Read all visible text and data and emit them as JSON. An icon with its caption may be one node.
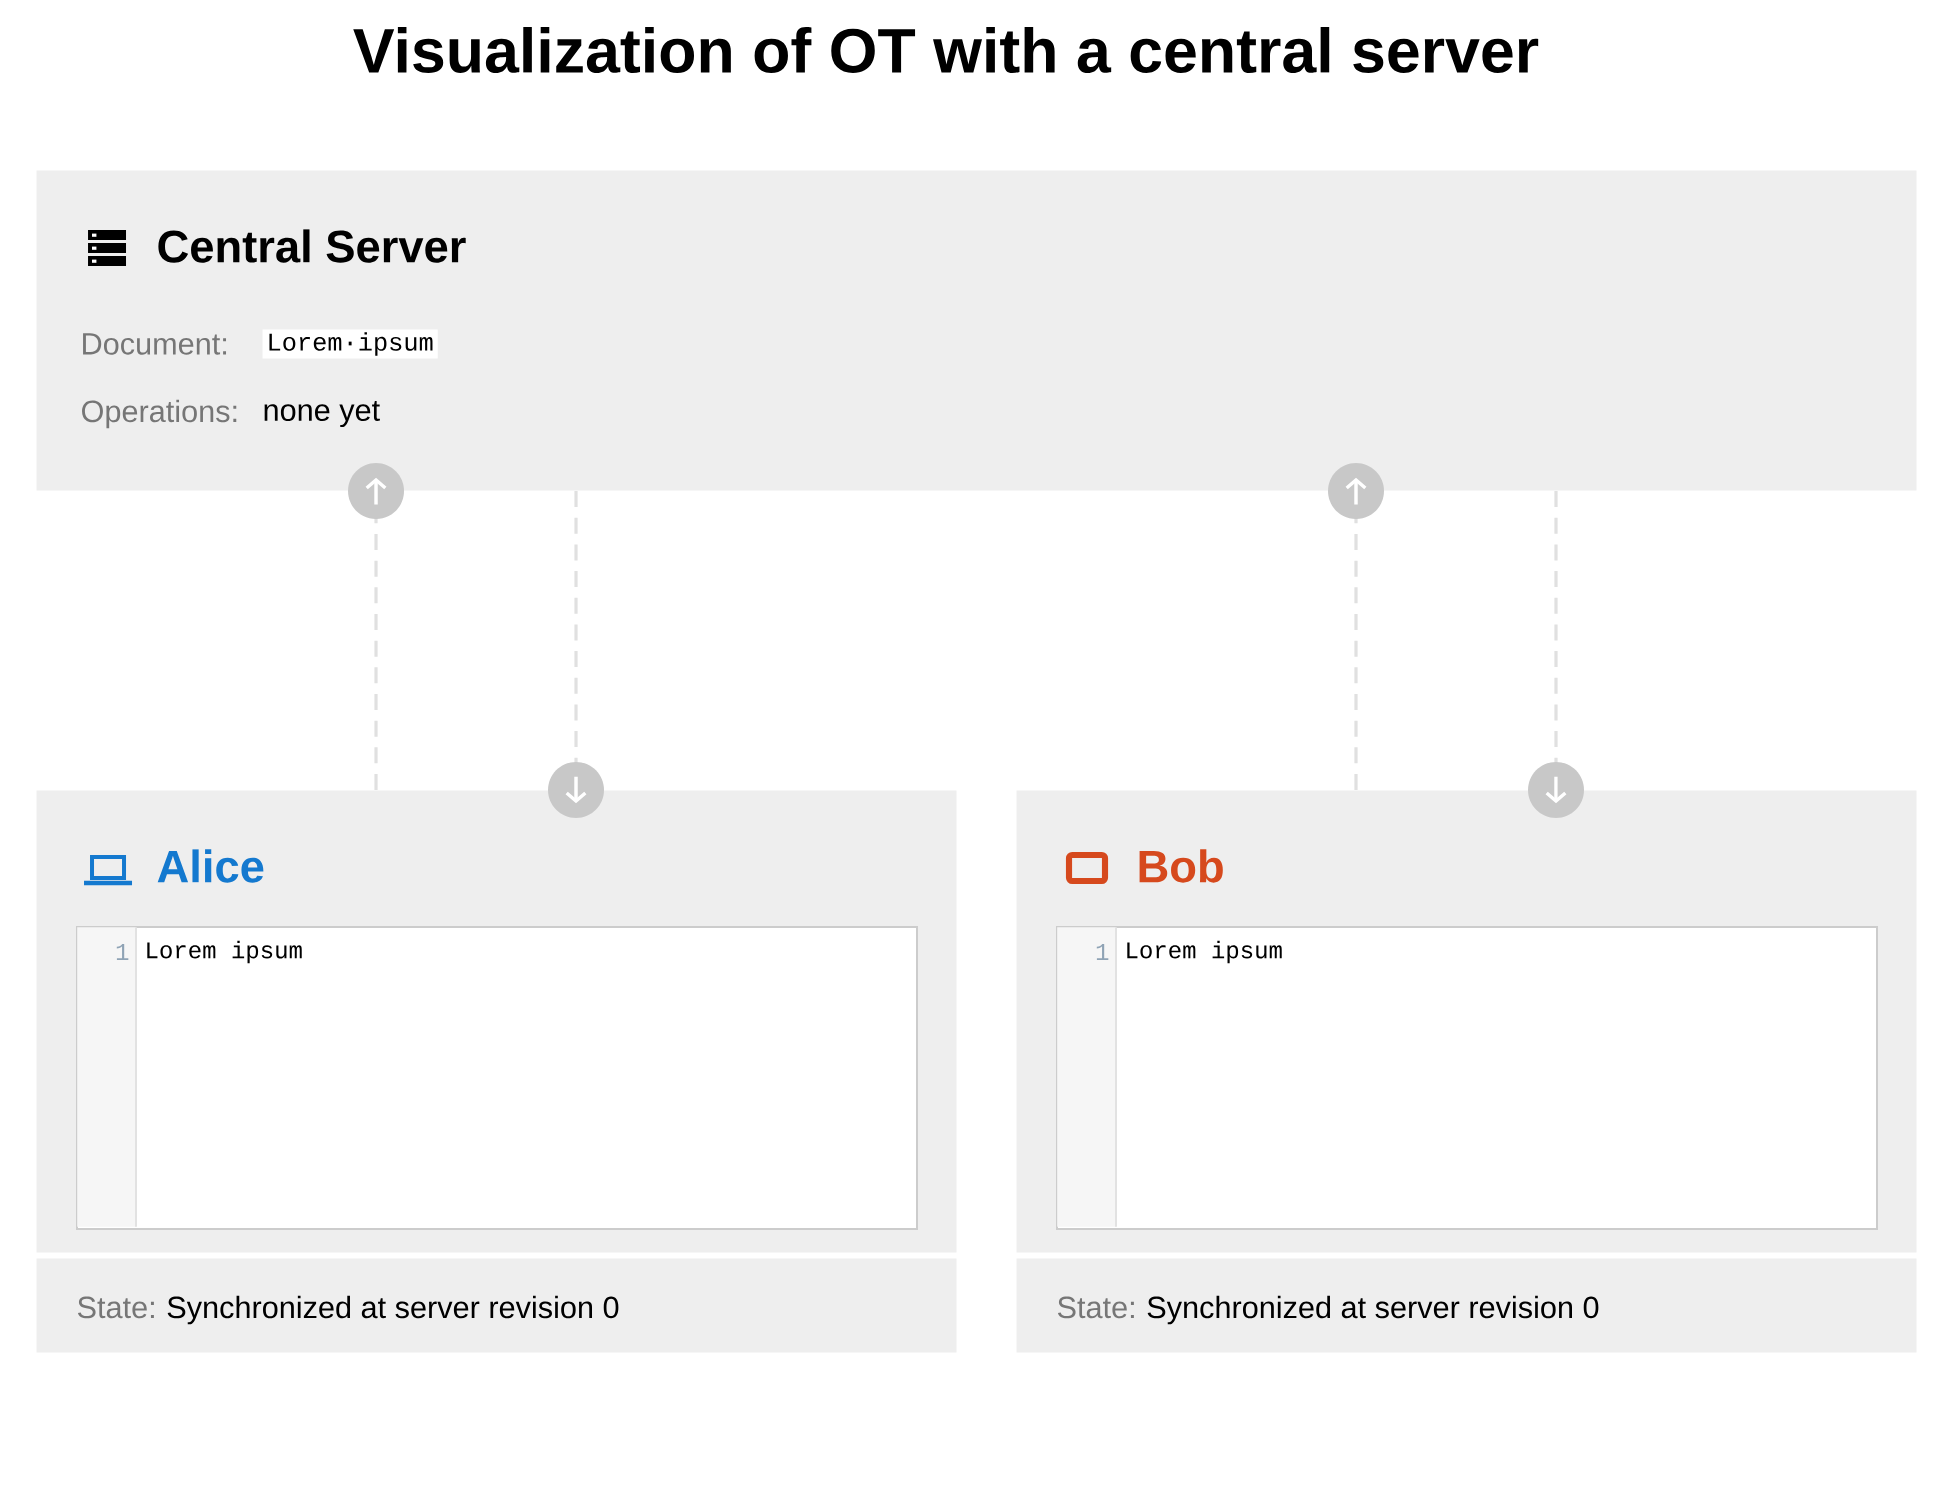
{
  "diagram": {
    "title": "Visualization of OT with a central server",
    "nodes": [
      {
        "text": [
          "Central Server",
          "Document:",
          "Lorem·ipsum",
          "Operations:",
          "none yet"
        ]
      },
      {
        "text": [
          "Alice"
        ]
      },
      {
        "text": [
          "1",
          "Lorem ipsum"
        ],
        "in": 1
      },
      {
        "text": [
          "State:",
          "Synchronized at server revision 0"
        ]
      },
      {
        "text": [
          "Bob"
        ]
      },
      {
        "text": [
          "1",
          "Lorem ipsum"
        ],
        "in": 4
      },
      {
        "text": [
          "State:",
          "Synchronized at server revision 0"
        ]
      }
    ],
    "edges": [
      {
        "from": 1,
        "to": 0,
        "arrow": "to",
        "style": "dashed"
      },
      {
        "from": 0,
        "to": 1,
        "arrow": "to",
        "style": "dashed"
      },
      {
        "from": 4,
        "to": 0,
        "arrow": "to",
        "style": "dashed"
      },
      {
        "from": 0,
        "to": 4,
        "arrow": "to",
        "style": "dashed"
      }
    ]
  }
}
